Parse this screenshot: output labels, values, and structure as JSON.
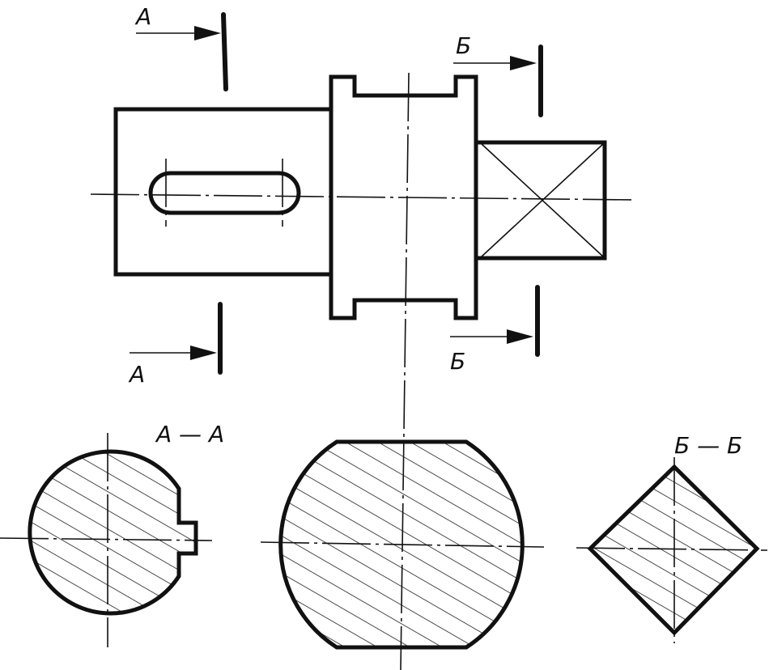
{
  "labels": {
    "cut_a_top": "А",
    "cut_a_bottom": "А",
    "cut_b_top": "Б",
    "cut_b_bottom": "Б",
    "section_a_title": "А — А",
    "section_b_title": "Б — Б"
  },
  "colors": {
    "line": "#111111",
    "background": "#ffffff"
  }
}
